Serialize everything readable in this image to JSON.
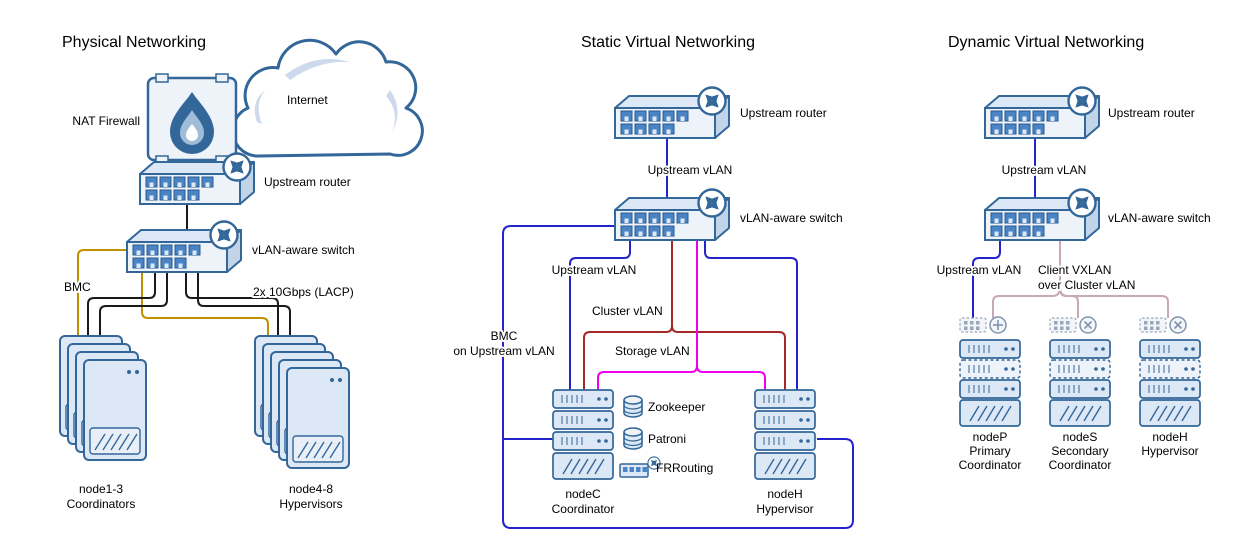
{
  "physical": {
    "title": "Physical Networking",
    "internet": "Internet",
    "nat_firewall": "NAT Firewall",
    "upstream_router": "Upstream router",
    "vlan_switch": "vLAN-aware switch",
    "bmc": "BMC",
    "lacp": "2x 10Gbps (LACP)",
    "coordinators_line1": "node1-3",
    "coordinators_line2": "Coordinators",
    "hypervisors_line1": "node4-8",
    "hypervisors_line2": "Hypervisors"
  },
  "static_vn": {
    "title": "Static Virtual Networking",
    "upstream_router": "Upstream router",
    "upstream_vlan_top": "Upstream vLAN",
    "vlan_switch": "vLAN-aware switch",
    "upstream_vlan": "Upstream vLAN",
    "cluster_vlan": "Cluster vLAN",
    "storage_vlan": "Storage vLAN",
    "bmc_line1": "BMC",
    "bmc_line2": "on Upstream vLAN",
    "zookeeper": "Zookeeper",
    "patroni": "Patroni",
    "frrouting": "FRRouting",
    "nodec_line1": "nodeC",
    "nodec_line2": "Coordinator",
    "nodeh_line1": "nodeH",
    "nodeh_line2": "Hypervisor"
  },
  "dynamic_vn": {
    "title": "Dynamic Virtual Networking",
    "upstream_router": "Upstream router",
    "upstream_vlan_top": "Upstream vLAN",
    "vlan_switch": "vLAN-aware switch",
    "upstream_vlan": "Upstream vLAN",
    "client_vxlan_line1": "Client VXLAN",
    "client_vxlan_line2": "over Cluster vLAN",
    "nodep_line1": "nodeP",
    "nodep_line2": "Primary",
    "nodep_line3": "Coordinator",
    "nodes_line1": "nodeS",
    "nodes_line2": "Secondary",
    "nodes_line3": "Coordinator",
    "nodeh_line1": "nodeH",
    "nodeh_line2": "Hypervisor"
  },
  "colors": {
    "device_outline": "#336699",
    "device_fill_light": "#dce8f5",
    "device_fill_pale": "#eef3fa",
    "port_fill": "#4b84c4",
    "physical_link_black": "#1a1a1a",
    "bmc_orange": "#bf9000",
    "upstream_vlan_blue": "#2323cc",
    "cluster_vlan_red": "#a62929",
    "storage_vlan_magenta": "#ee00ee",
    "client_vxlan_pink": "#c9a8b8"
  },
  "icons": {
    "router_icon": "circle-with-crossed-arrows",
    "switch_icon": "circle-with-crossed-arrows",
    "firewall_icon": "flame",
    "internet_icon": "cloud",
    "database_icon": "cylinder-stack",
    "nodep_badge": "plus-circle",
    "nodes_badge": "x-circle",
    "nodeh_badge": "x-circle"
  }
}
